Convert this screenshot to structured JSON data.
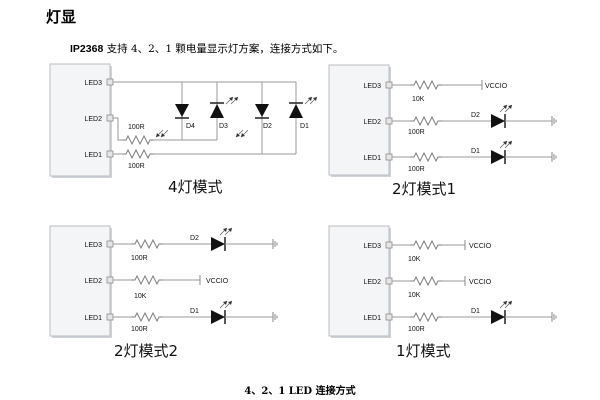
{
  "section_title": "灯显",
  "intro": {
    "chip": "IP2368",
    "text": " 支持 4、2、1 颗电量显示灯方案，连接方式如下。"
  },
  "caption": "4、2、1 LED 连接方式",
  "diagrams": {
    "four_led": {
      "mode_label": "4灯模式",
      "pins": [
        "LED3",
        "LED2",
        "LED1"
      ],
      "resistors": [
        "100R",
        "100R"
      ],
      "diodes": [
        "D4",
        "D3",
        "D2",
        "D1"
      ]
    },
    "two_led_1": {
      "mode_label": "2灯模式1",
      "pins": [
        "LED3",
        "LED2",
        "LED1"
      ],
      "resistors": [
        "10K",
        "100R",
        "100R"
      ],
      "rail": "VCCIO",
      "diodes": [
        "D2",
        "D1"
      ]
    },
    "two_led_2": {
      "mode_label": "2灯模式2",
      "pins": [
        "LED3",
        "LED2",
        "LED1"
      ],
      "resistors": [
        "100R",
        "10K",
        "100R"
      ],
      "rail": "VCCIO",
      "diodes": [
        "D2",
        "D1"
      ]
    },
    "one_led": {
      "mode_label": "1灯模式",
      "pins": [
        "LED3",
        "LED2",
        "LED1"
      ],
      "resistors": [
        "10K",
        "10K",
        "100R"
      ],
      "rails": [
        "VCCIO",
        "VCCIO"
      ],
      "diodes": [
        "D1"
      ]
    }
  }
}
